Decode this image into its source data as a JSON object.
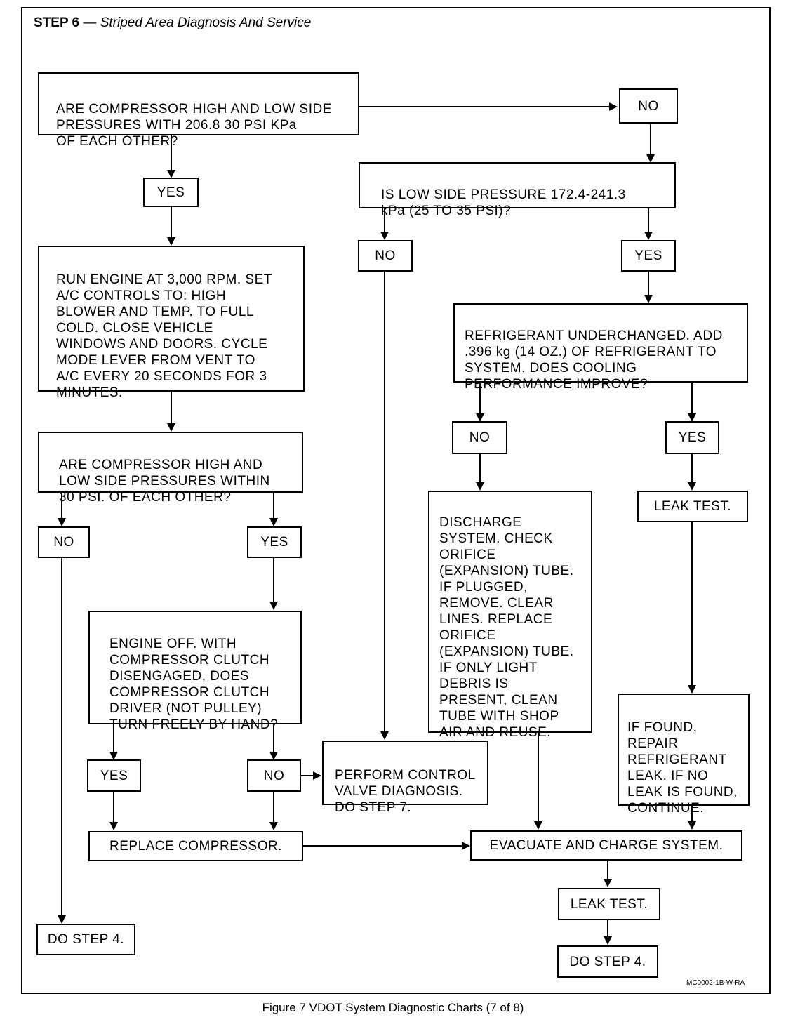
{
  "header": {
    "step": "STEP 6",
    "dash": " — ",
    "title": "Striped Area Diagnosis And Service"
  },
  "nodes": {
    "q_pressure_within_kpa": "ARE COMPRESSOR HIGH AND LOW SIDE\nPRESSURES WITH 206.8 30 PSI KPa\nOF EACH OTHER?",
    "no_1": "NO",
    "yes_1": "YES",
    "q_low_side": "IS LOW SIDE PRESSURE 172.4-241.3\nkPa (25 TO 35 PSI)?",
    "run_engine": "RUN ENGINE AT 3,000 RPM. SET\nA/C CONTROLS TO: HIGH\nBLOWER AND TEMP. TO FULL\nCOLD. CLOSE VEHICLE\nWINDOWS AND DOORS. CYCLE\nMODE LEVER FROM VENT TO\nA/C EVERY 20 SECONDS FOR 3\nMINUTES.",
    "no_2": "NO",
    "yes_2": "YES",
    "refrig_under": "REFRIGERANT UNDERCHANGED. ADD\n.396 kg (14 OZ.) OF REFRIGERANT TO\nSYSTEM. DOES COOLING\nPERFORMANCE IMPROVE?",
    "q_within_30": "ARE COMPRESSOR HIGH AND\nLOW SIDE PRESSURES WITHIN\n30 PSI. OF EACH OTHER?",
    "no_3": "NO",
    "yes_3": "YES",
    "discharge": "DISCHARGE\nSYSTEM. CHECK\nORIFICE\n(EXPANSION) TUBE.\nIF PLUGGED,\nREMOVE. CLEAR\nLINES. REPLACE\nORIFICE\n(EXPANSION) TUBE.\nIF ONLY LIGHT\nDEBRIS IS\nPRESENT, CLEAN\nTUBE WITH SHOP\nAIR AND REUSE.",
    "leak_test_1": "LEAK TEST.",
    "no_4": "NO",
    "yes_4": "YES",
    "engine_off": "ENGINE OFF. WITH\nCOMPRESSOR CLUTCH\nDISENGAGED, DOES\nCOMPRESSOR CLUTCH\nDRIVER (NOT PULLEY)\nTURN FREELY BY HAND?",
    "if_found": "IF FOUND,\nREPAIR\nREFRIGERANT\nLEAK. IF NO\nLEAK IS FOUND,\nCONTINUE.",
    "yes_5": "YES",
    "no_5": "NO",
    "perform_control": "PERFORM CONTROL\nVALVE DIAGNOSIS.\nDO STEP 7.",
    "replace_comp": "REPLACE COMPRESSOR.",
    "evacuate": "EVACUATE AND CHARGE SYSTEM.",
    "leak_test_2": "LEAK TEST.",
    "do_step4_left": "DO STEP 4.",
    "do_step4_right": "DO STEP 4."
  },
  "ref_code": "MC0002-1B-W-RA",
  "caption": "Figure 7 VDOT System Diagnostic Charts (7 of 8)"
}
